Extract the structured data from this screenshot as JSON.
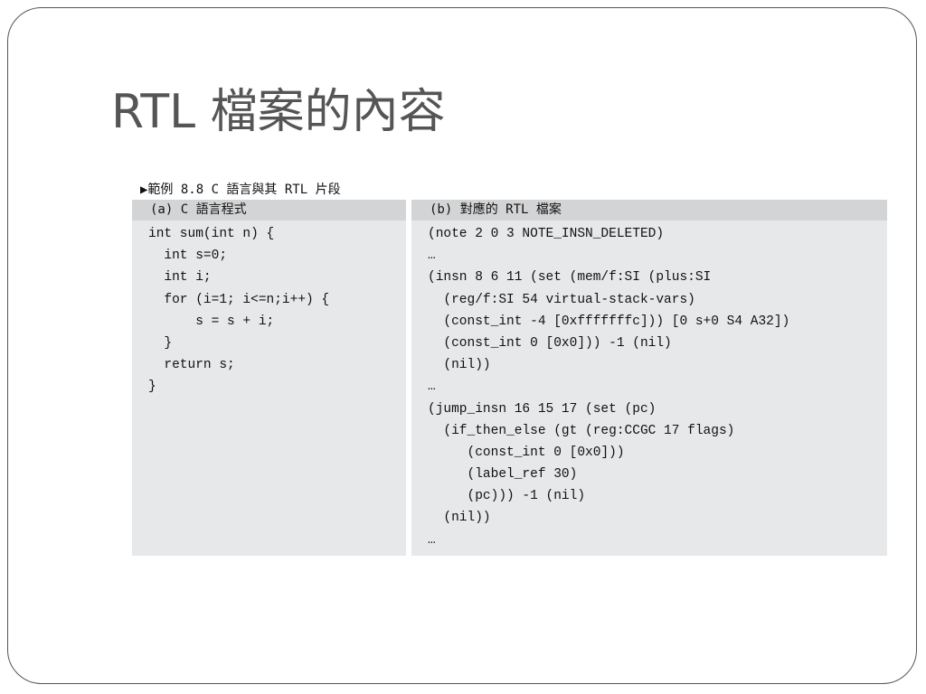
{
  "slide": {
    "title": "RTL 檔案的內容",
    "caption": "▶範例 8.8 C 語言與其 RTL 片段"
  },
  "panel_a": {
    "header": "(a) C 語言程式",
    "lines": [
      "int sum(int n) {",
      "  int s=0;",
      "  int i;",
      "  for (i=1; i<=n;i++) {",
      "      s = s + i;",
      "  }",
      "  return s;",
      "}"
    ]
  },
  "panel_b": {
    "header": "(b) 對應的 RTL 檔案",
    "lines": [
      "(note 2 0 3 NOTE_INSN_DELETED)",
      "…",
      "(insn 8 6 11 (set (mem/f:SI (plus:SI",
      "  (reg/f:SI 54 virtual-stack-vars)",
      "  (const_int -4 [0xfffffffc])) [0 s+0 S4 A32])",
      "  (const_int 0 [0x0])) -1 (nil)",
      "  (nil))",
      "…",
      "(jump_insn 16 15 17 (set (pc)",
      "  (if_then_else (gt (reg:CCGC 17 flags)",
      "     (const_int 0 [0x0]))",
      "     (label_ref 30)",
      "     (pc))) -1 (nil)",
      "  (nil))",
      "…"
    ]
  }
}
